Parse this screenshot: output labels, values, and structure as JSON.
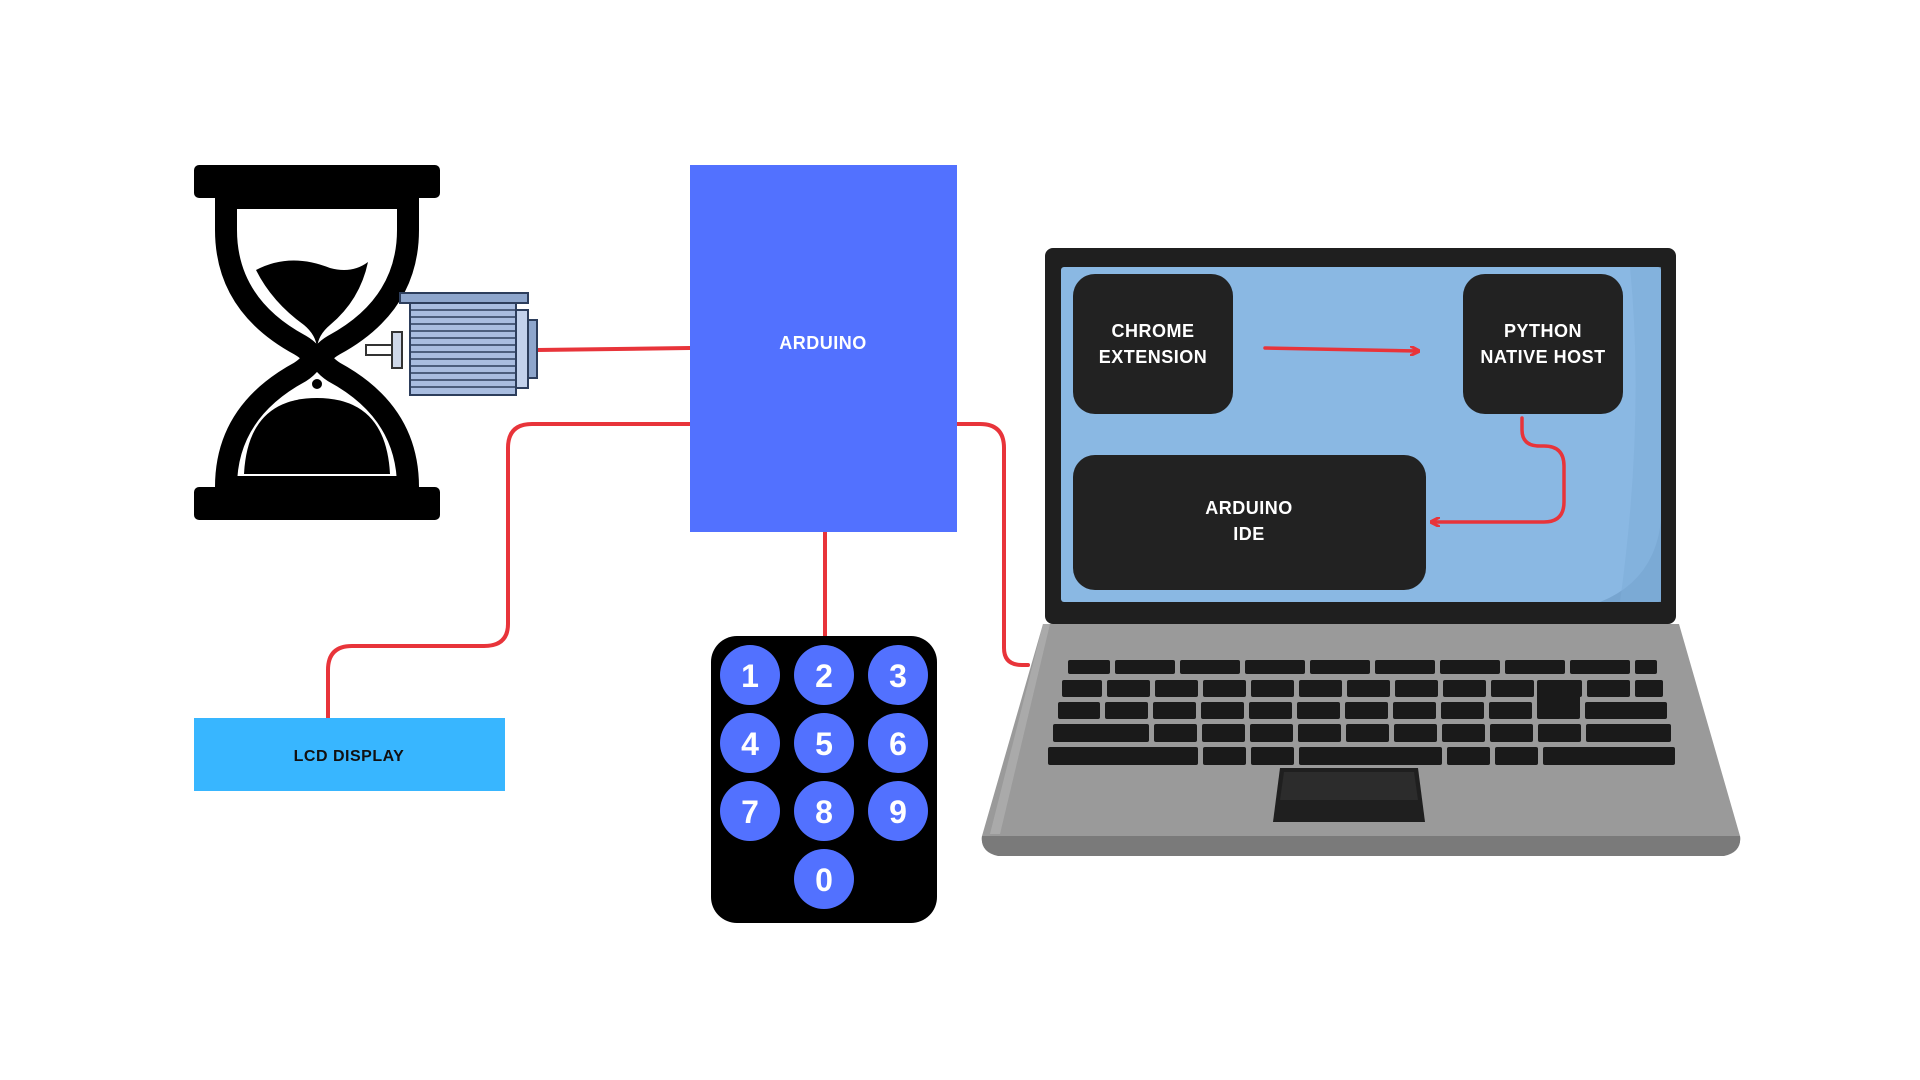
{
  "arduino": {
    "label": "ARDUINO",
    "color": "#5271FF"
  },
  "lcd": {
    "label": "LCD DISPLAY",
    "color": "#38B6FF"
  },
  "keypad": {
    "keys": [
      "1",
      "2",
      "3",
      "4",
      "5",
      "6",
      "7",
      "8",
      "9",
      "0"
    ],
    "key_color": "#5271FF"
  },
  "laptop": {
    "blocks": {
      "chrome": {
        "line1": "CHROME",
        "line2": "EXTENSION"
      },
      "python": {
        "line1": "PYTHON",
        "line2": "NATIVE HOST"
      },
      "ide": {
        "line1": "ARDUINO",
        "line2": "IDE"
      }
    },
    "screen_color": "#8AB8E3"
  },
  "wire_color": "#E8343A",
  "icons": {
    "timer": "hourglass-icon",
    "motor": "motor-icon"
  }
}
